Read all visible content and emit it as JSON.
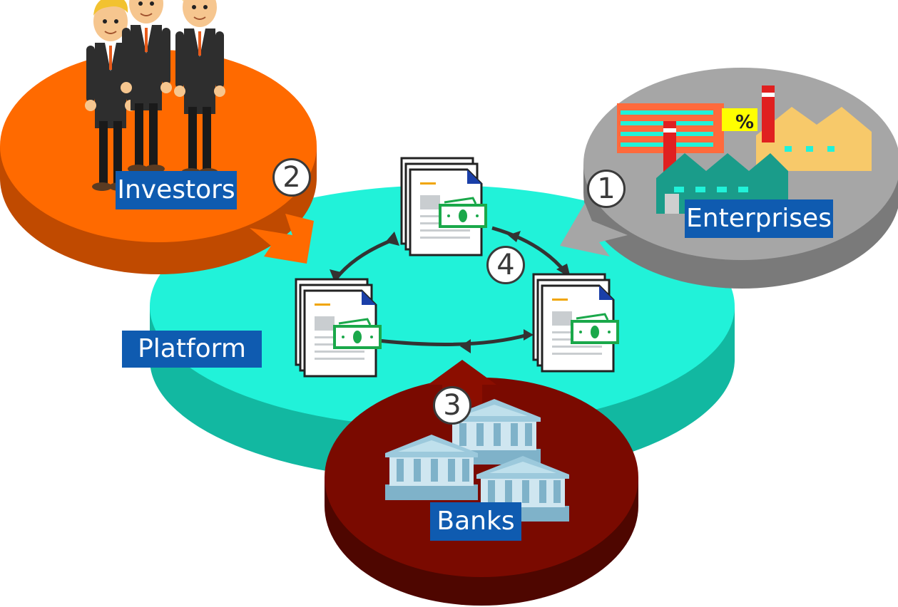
{
  "labels": {
    "investors": "Investors",
    "enterprises": "Enterprises",
    "platform": "Platform",
    "banks": "Banks"
  },
  "steps": {
    "one": "1",
    "two": "2",
    "three": "3",
    "four": "4"
  },
  "factory_sign": "%",
  "colors": {
    "platform": "#21f2d9",
    "platform_side": "#12b8a1",
    "investors": "#ff6a00",
    "investors_side": "#c04a00",
    "enterprises": "#a6a6a6",
    "enterprises_side": "#7a7a7a",
    "banks": "#7a0a00",
    "banks_side": "#4e0600",
    "label_bg": "#0f5bb0",
    "money": "#1aa84a"
  }
}
